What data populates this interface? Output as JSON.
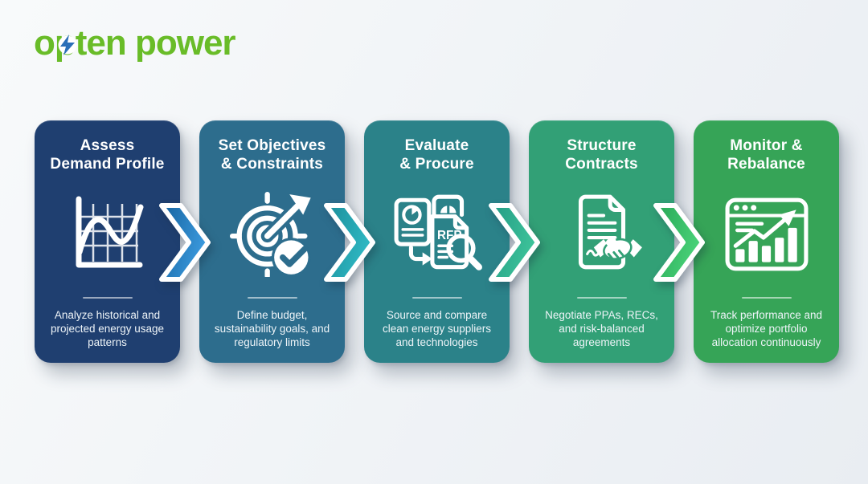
{
  "logo": {
    "text": "opten power",
    "color": "#69bc28",
    "bolt_color": "#2b6fb8"
  },
  "steps": [
    {
      "title_line1": "Assess",
      "title_line2": "Demand Profile",
      "description": "Analyze historical and projected energy usage patterns",
      "color": "#1f3f70",
      "icon": "line-chart"
    },
    {
      "title_line1": "Set Objectives",
      "title_line2": "& Constraints",
      "description": "Define budget, sustainability goals, and regulatory limits",
      "color": "#2d6d8d",
      "icon": "target-arrow-check"
    },
    {
      "title_line1": "Evaluate",
      "title_line2": "& Procure",
      "description": "Source and compare clean energy suppliers and technologies",
      "color": "#2b8289",
      "icon": "rfp-documents-magnifier",
      "icon_text": "RFP"
    },
    {
      "title_line1": "Structure",
      "title_line2": "Contracts",
      "description": "Negotiate PPAs, RECs, and risk-balanced agreements",
      "color": "#32a076",
      "icon": "contract-handshake"
    },
    {
      "title_line1": "Monitor &",
      "title_line2": "Rebalance",
      "description": "Track performance and optimize portfolio allocation continuously",
      "color": "#36a457",
      "icon": "dashboard-growth"
    }
  ],
  "arrows": [
    {
      "from": "#16639f",
      "to": "#3b9ade"
    },
    {
      "from": "#1b8e9a",
      "to": "#2fb9c4"
    },
    {
      "from": "#239b85",
      "to": "#3ec49a"
    },
    {
      "from": "#28a757",
      "to": "#4ad379"
    }
  ]
}
